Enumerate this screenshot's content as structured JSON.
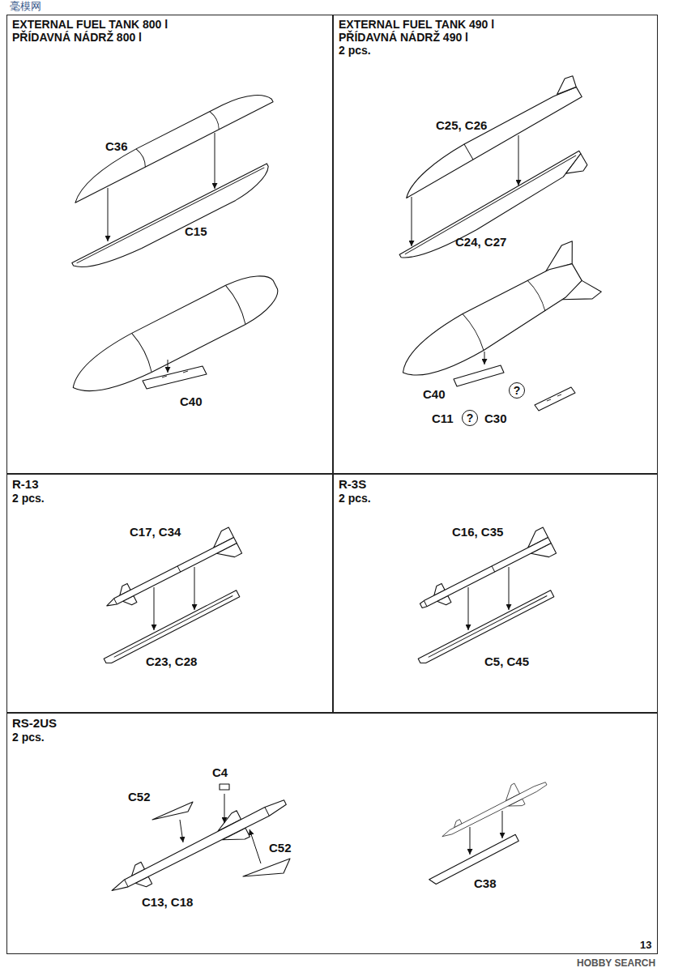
{
  "diagram": {
    "nodes": [
      {
        "text": [
          "EXTERNAL FUEL TANK 800 l",
          "PŘÍDAVNÁ NÁDRŽ 800 l"
        ]
      },
      {
        "text": [
          "EXTERNAL FUEL TANK 490 l",
          "PŘÍDAVNÁ NÁDRŽ 490 l",
          "2 pcs."
        ]
      },
      {
        "text": [
          "R-13",
          "2 pcs."
        ]
      },
      {
        "text": [
          "R-3S",
          "2 pcs."
        ]
      },
      {
        "text": [
          "RS-2US",
          "2 pcs."
        ]
      }
    ],
    "labels": [
      "毫模网",
      "C36",
      "C15",
      "C40",
      "C25, C26",
      "C24, C27",
      "C40",
      "?",
      "C11",
      "?",
      "C30",
      "C17, C34",
      "C23, C28",
      "C16, C35",
      "C5, C45",
      "C52",
      "C4",
      "C52",
      "C13, C18",
      "C38",
      "13",
      "HOBBY SEARCH"
    ]
  }
}
